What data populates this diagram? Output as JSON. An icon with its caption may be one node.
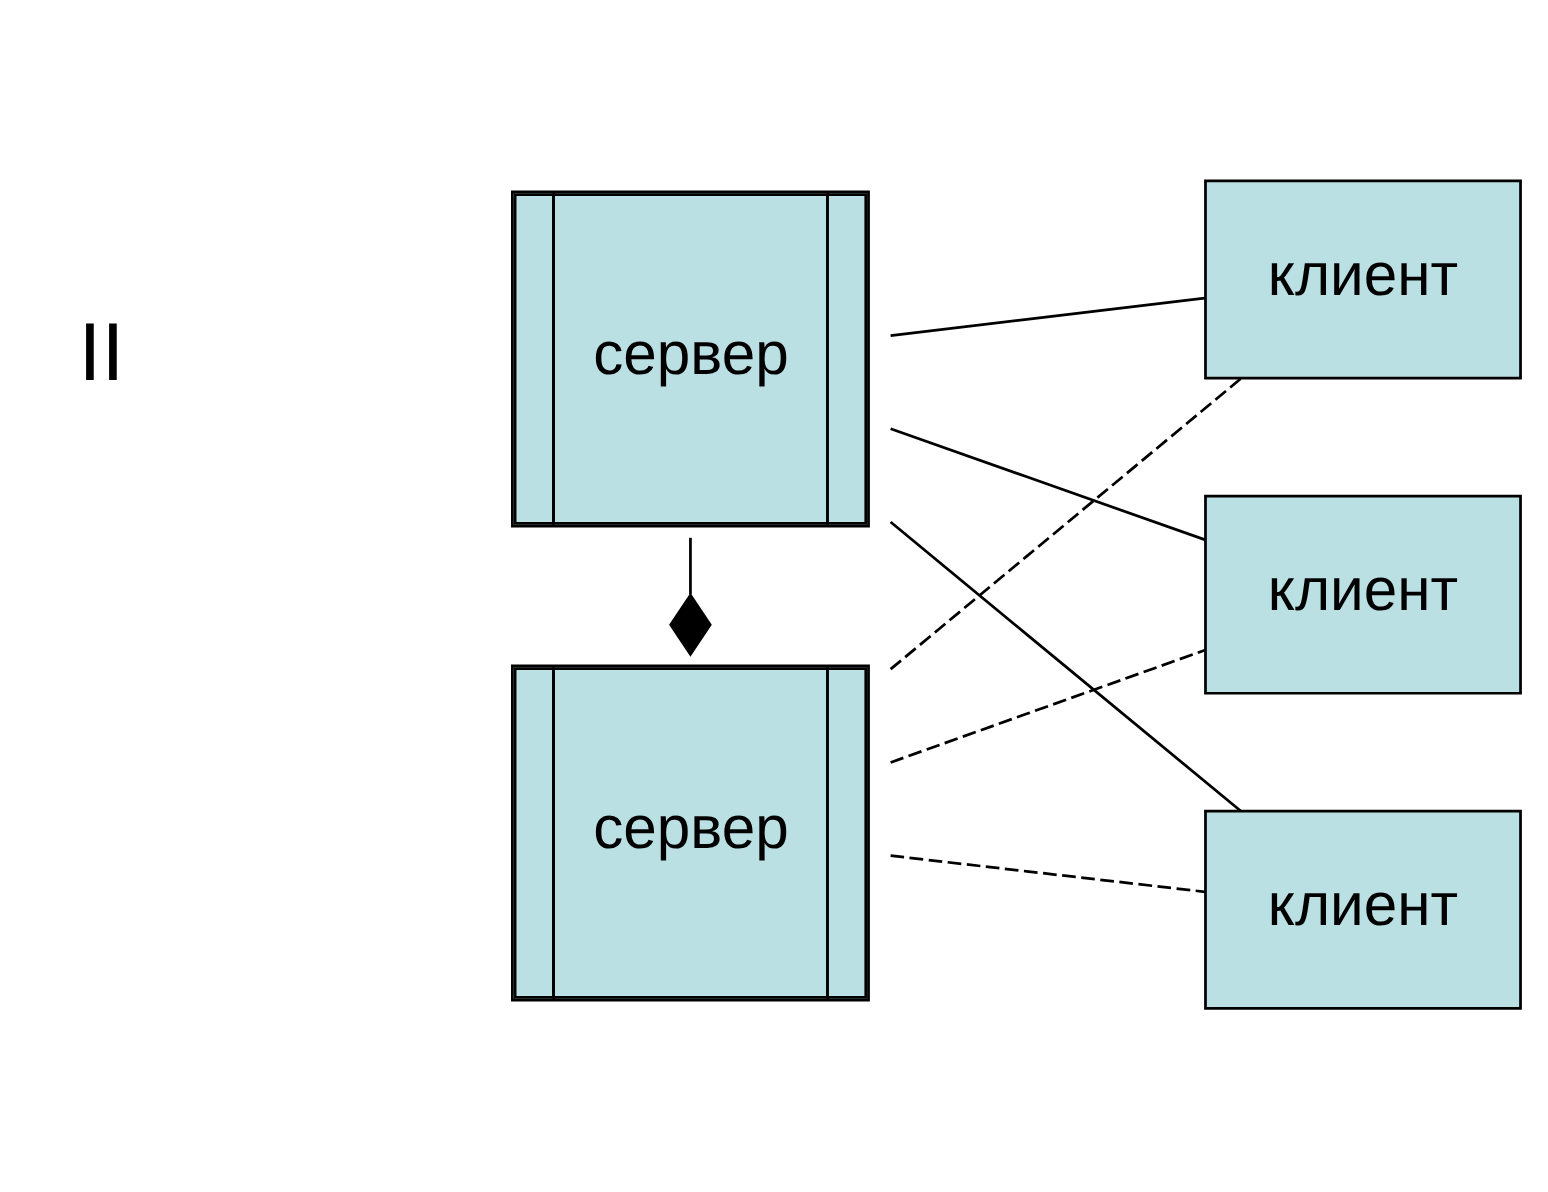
{
  "diagram": {
    "nodes": [
      {
        "text": [
          "сервер"
        ]
      },
      {
        "text": [
          "сервер"
        ]
      },
      {
        "text": [
          "клиент"
        ]
      },
      {
        "text": [
          "клиент"
        ]
      },
      {
        "text": [
          "клиент"
        ]
      }
    ],
    "edges": [
      {
        "from": 0,
        "to": 1,
        "arrow": "other"
      },
      {
        "from": 0,
        "to": 2,
        "arrow": "none"
      },
      {
        "from": 0,
        "to": 3,
        "arrow": "none"
      },
      {
        "from": 0,
        "to": 4,
        "arrow": "none"
      },
      {
        "from": 1,
        "to": 2,
        "arrow": "none",
        "style": "dashed"
      },
      {
        "from": 1,
        "to": 3,
        "arrow": "none",
        "style": "dashed"
      },
      {
        "from": 1,
        "to": 4,
        "arrow": "none",
        "style": "dashed"
      }
    ],
    "labels": [
      "II"
    ]
  }
}
